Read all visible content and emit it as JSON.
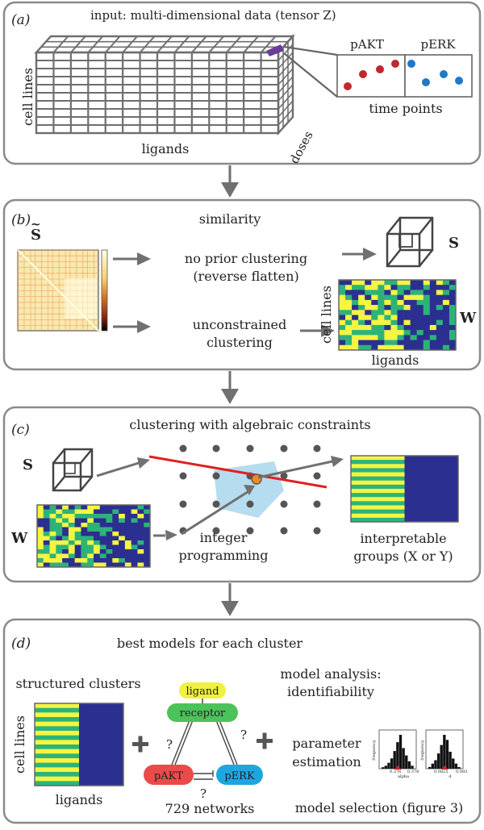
{
  "panel_a": {
    "label": "(a)",
    "title": "input: multi-dimensional data (tensor Z)",
    "axis_cell_lines": "cell lines",
    "axis_ligands": "ligands",
    "axis_doses": "doses",
    "inset_left": "pAKT",
    "inset_right": "pERK",
    "inset_xlabel": "time points"
  },
  "panel_b": {
    "label": "(b)",
    "similarity": "similarity",
    "s_tilde": "S",
    "tilde": "~",
    "no_prior_line1": "no prior clustering",
    "no_prior_line2": "(reverse flatten)",
    "unconstrained_line1": "unconstrained",
    "unconstrained_line2": "clustering",
    "s_label": "S",
    "w_label": "W",
    "cell_lines": "cell lines",
    "ligands": "ligands"
  },
  "panel_c": {
    "label": "(c)",
    "title": "clustering with algebraic constraints",
    "s_label": "S",
    "w_label": "W",
    "integer_line1": "integer",
    "integer_line2": "programming",
    "interpretable_line1": "interpretable",
    "interpretable_line2": "groups (X or Y)"
  },
  "panel_d": {
    "label": "(d)",
    "title": "best models for each cluster",
    "structured": "structured clusters",
    "cell_lines": "cell lines",
    "ligands": "ligands",
    "node_ligand": "ligand",
    "node_receptor": "receptor",
    "node_pakt": "pAKT",
    "node_perk": "pERK",
    "q1": "?",
    "q2": "?",
    "q3": "?",
    "networks": "729  networks",
    "analysis_line1": "model analysis:",
    "analysis_line2": "identifiability",
    "param_line1": "parameter",
    "param_line2": "estimation",
    "model_selection": "model selection (figure 3)",
    "hist1_xlabel": "alpha",
    "hist2_xlabel": "d",
    "hist_ylabel": "frequency",
    "hist1_ticks": [
      "0.376",
      "0.378"
    ],
    "hist2_ticks": [
      "0.0825",
      "0.083"
    ]
  },
  "colors": {
    "red_dot": "#c0282d",
    "blue_dot": "#1f77c9",
    "purple": "#6a3d9a",
    "yellow": "#f5f542",
    "green": "#2db37a",
    "navy": "#2b2f8f",
    "node_yellow": "#f0f040",
    "node_green": "#4cc25a",
    "node_red": "#ea4a4a",
    "node_blue": "#1ea6e0",
    "line_red": "#e02020",
    "region_blue": "#b6dcef",
    "orange": "#f08c1e"
  }
}
